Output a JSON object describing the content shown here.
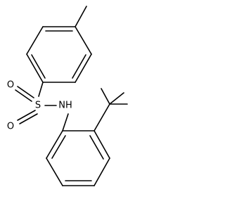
{
  "molecule": {
    "atoms": {
      "o_upper": "O",
      "o_lower": "O",
      "sulfur": "S",
      "nh": "NH"
    }
  }
}
